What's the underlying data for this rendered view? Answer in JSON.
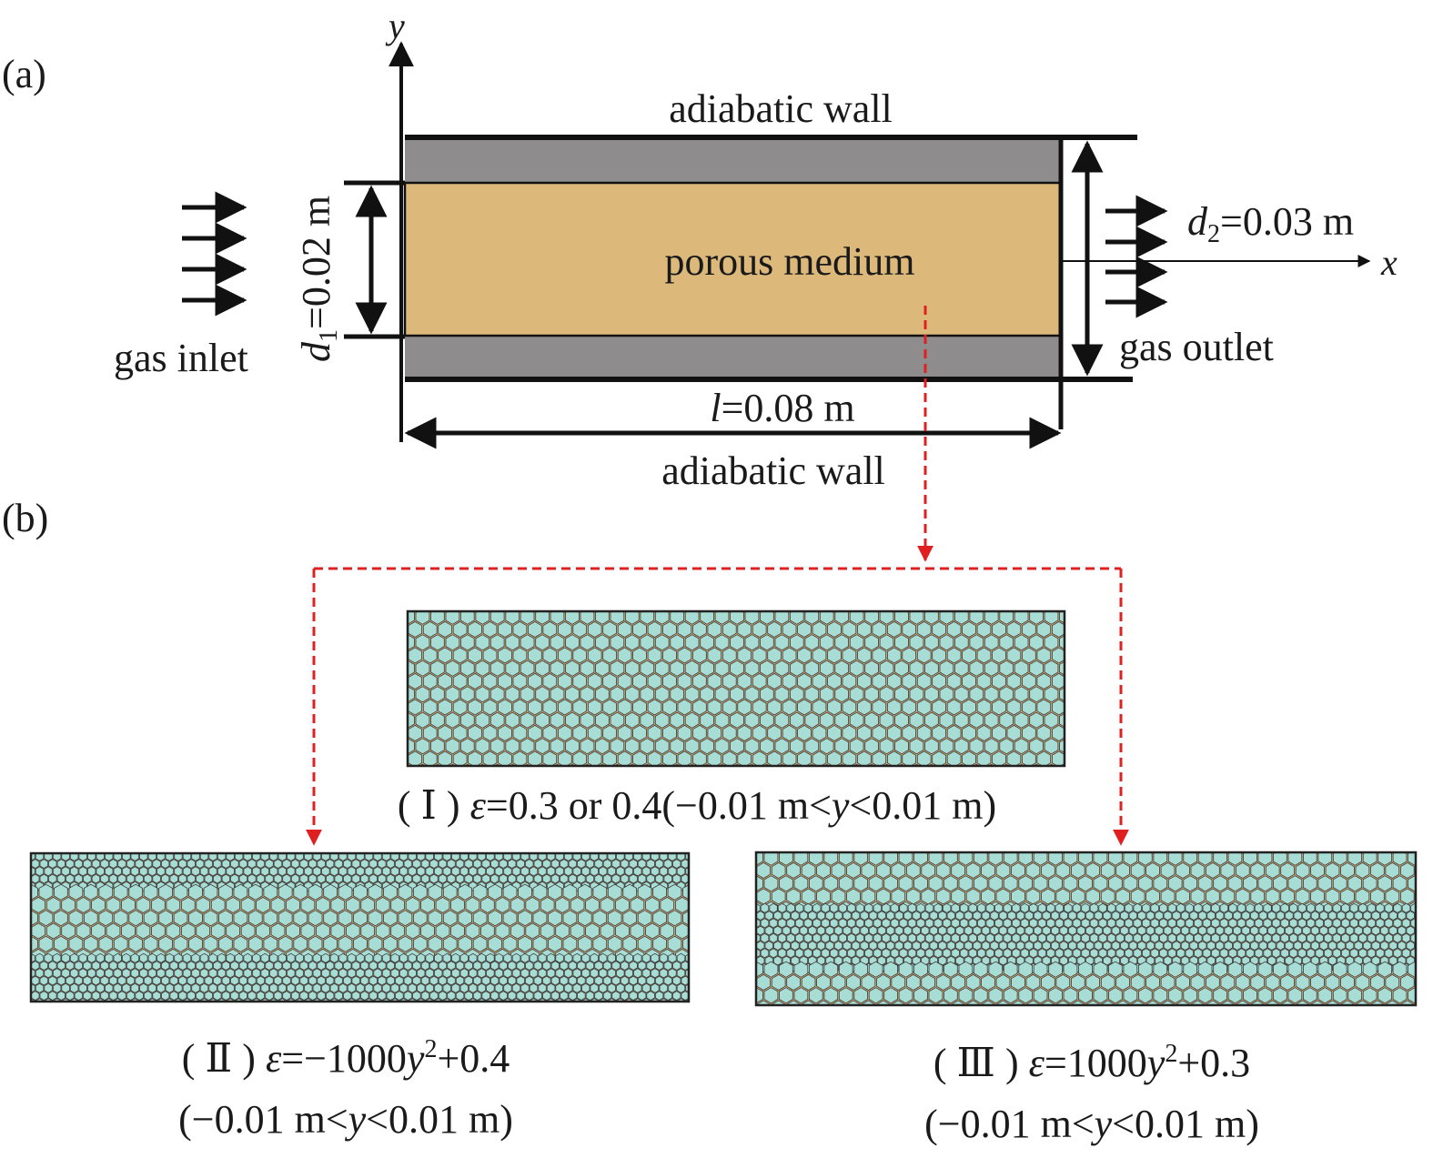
{
  "panel_a": {
    "label": "(a)",
    "axis_y": "y",
    "axis_x": "x",
    "top_wall": "adiabatic wall",
    "bottom_wall": "adiabatic wall",
    "medium": "porous medium",
    "inlet": "gas inlet",
    "outlet": "gas outlet",
    "d1_symbol": "d",
    "d1_sub": "1",
    "d1_value": "=0.02 m",
    "d2_symbol": "d",
    "d2_sub": "2",
    "d2_value": "=0.03 m",
    "l_symbol": "l",
    "l_value": "=0.08 m"
  },
  "panel_b": {
    "label": "(b)",
    "case1": {
      "roman": "( Ⅰ ) ",
      "eps": "ε",
      "rest": "=0.3 or 0.4(−0.01 m<",
      "y": "y",
      "end": "<0.01 m)"
    },
    "case2": {
      "roman": "( Ⅱ ) ",
      "eps": "ε",
      "rest": "=−1000",
      "y": "y",
      "sup": "2",
      "end": "+0.4",
      "range_a": "(−0.01 m<",
      "range_y": "y",
      "range_b": "<0.01 m)"
    },
    "case3": {
      "roman": "( Ⅲ ) ",
      "eps": "ε",
      "rest": "=1000",
      "y": "y",
      "sup": "2",
      "end": "+0.3",
      "range_a": "(−0.01 m<",
      "range_y": "y",
      "range_b": "<0.01 m)"
    }
  },
  "colors": {
    "wall_gray": "#8f8c8e",
    "medium_tan": "#dcb97b",
    "hex_cyan": "#a8ddd6",
    "hex_gap": "#d4b078",
    "dash_red": "#e02020"
  }
}
